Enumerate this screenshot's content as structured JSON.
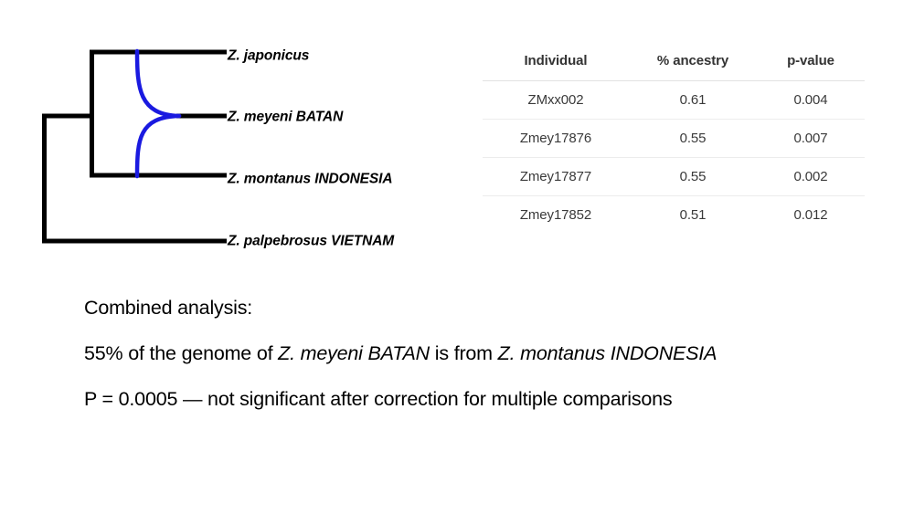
{
  "tree": {
    "name": "phylogenetic-tree-with-introgression",
    "line_color": "#000000",
    "introgression_color": "#1a1ae0",
    "taxa": [
      {
        "id": "japonicus",
        "label": "Z. japonicus"
      },
      {
        "id": "meyeni",
        "label": "Z. meyeni BATAN"
      },
      {
        "id": "montanus",
        "label": "Z. montanus INDONESIA"
      },
      {
        "id": "palpebrosus",
        "label": "Z. palpebrosus VIETNAM"
      }
    ]
  },
  "table": {
    "name": "ancestry-results-table",
    "columns": [
      "Individual",
      "% ancestry",
      "p-value"
    ],
    "rows": [
      {
        "individual": "ZMxx002",
        "ancestry": "0.61",
        "pvalue": "0.004"
      },
      {
        "individual": "Zmey17876",
        "ancestry": "0.55",
        "pvalue": "0.007"
      },
      {
        "individual": "Zmey17877",
        "ancestry": "0.55",
        "pvalue": "0.002"
      },
      {
        "individual": "Zmey17852",
        "ancestry": "0.51",
        "pvalue": "0.012"
      }
    ]
  },
  "analysis": {
    "heading": "Combined analysis:",
    "genome_prefix": "55% of the genome of ",
    "genome_source_taxon": "Z. meyeni BATAN",
    "genome_middle": " is from ",
    "genome_donor_taxon": "Z. montanus INDONESIA",
    "pvalue_line": "P = 0.0005  — not significant after correction for multiple comparisons"
  }
}
